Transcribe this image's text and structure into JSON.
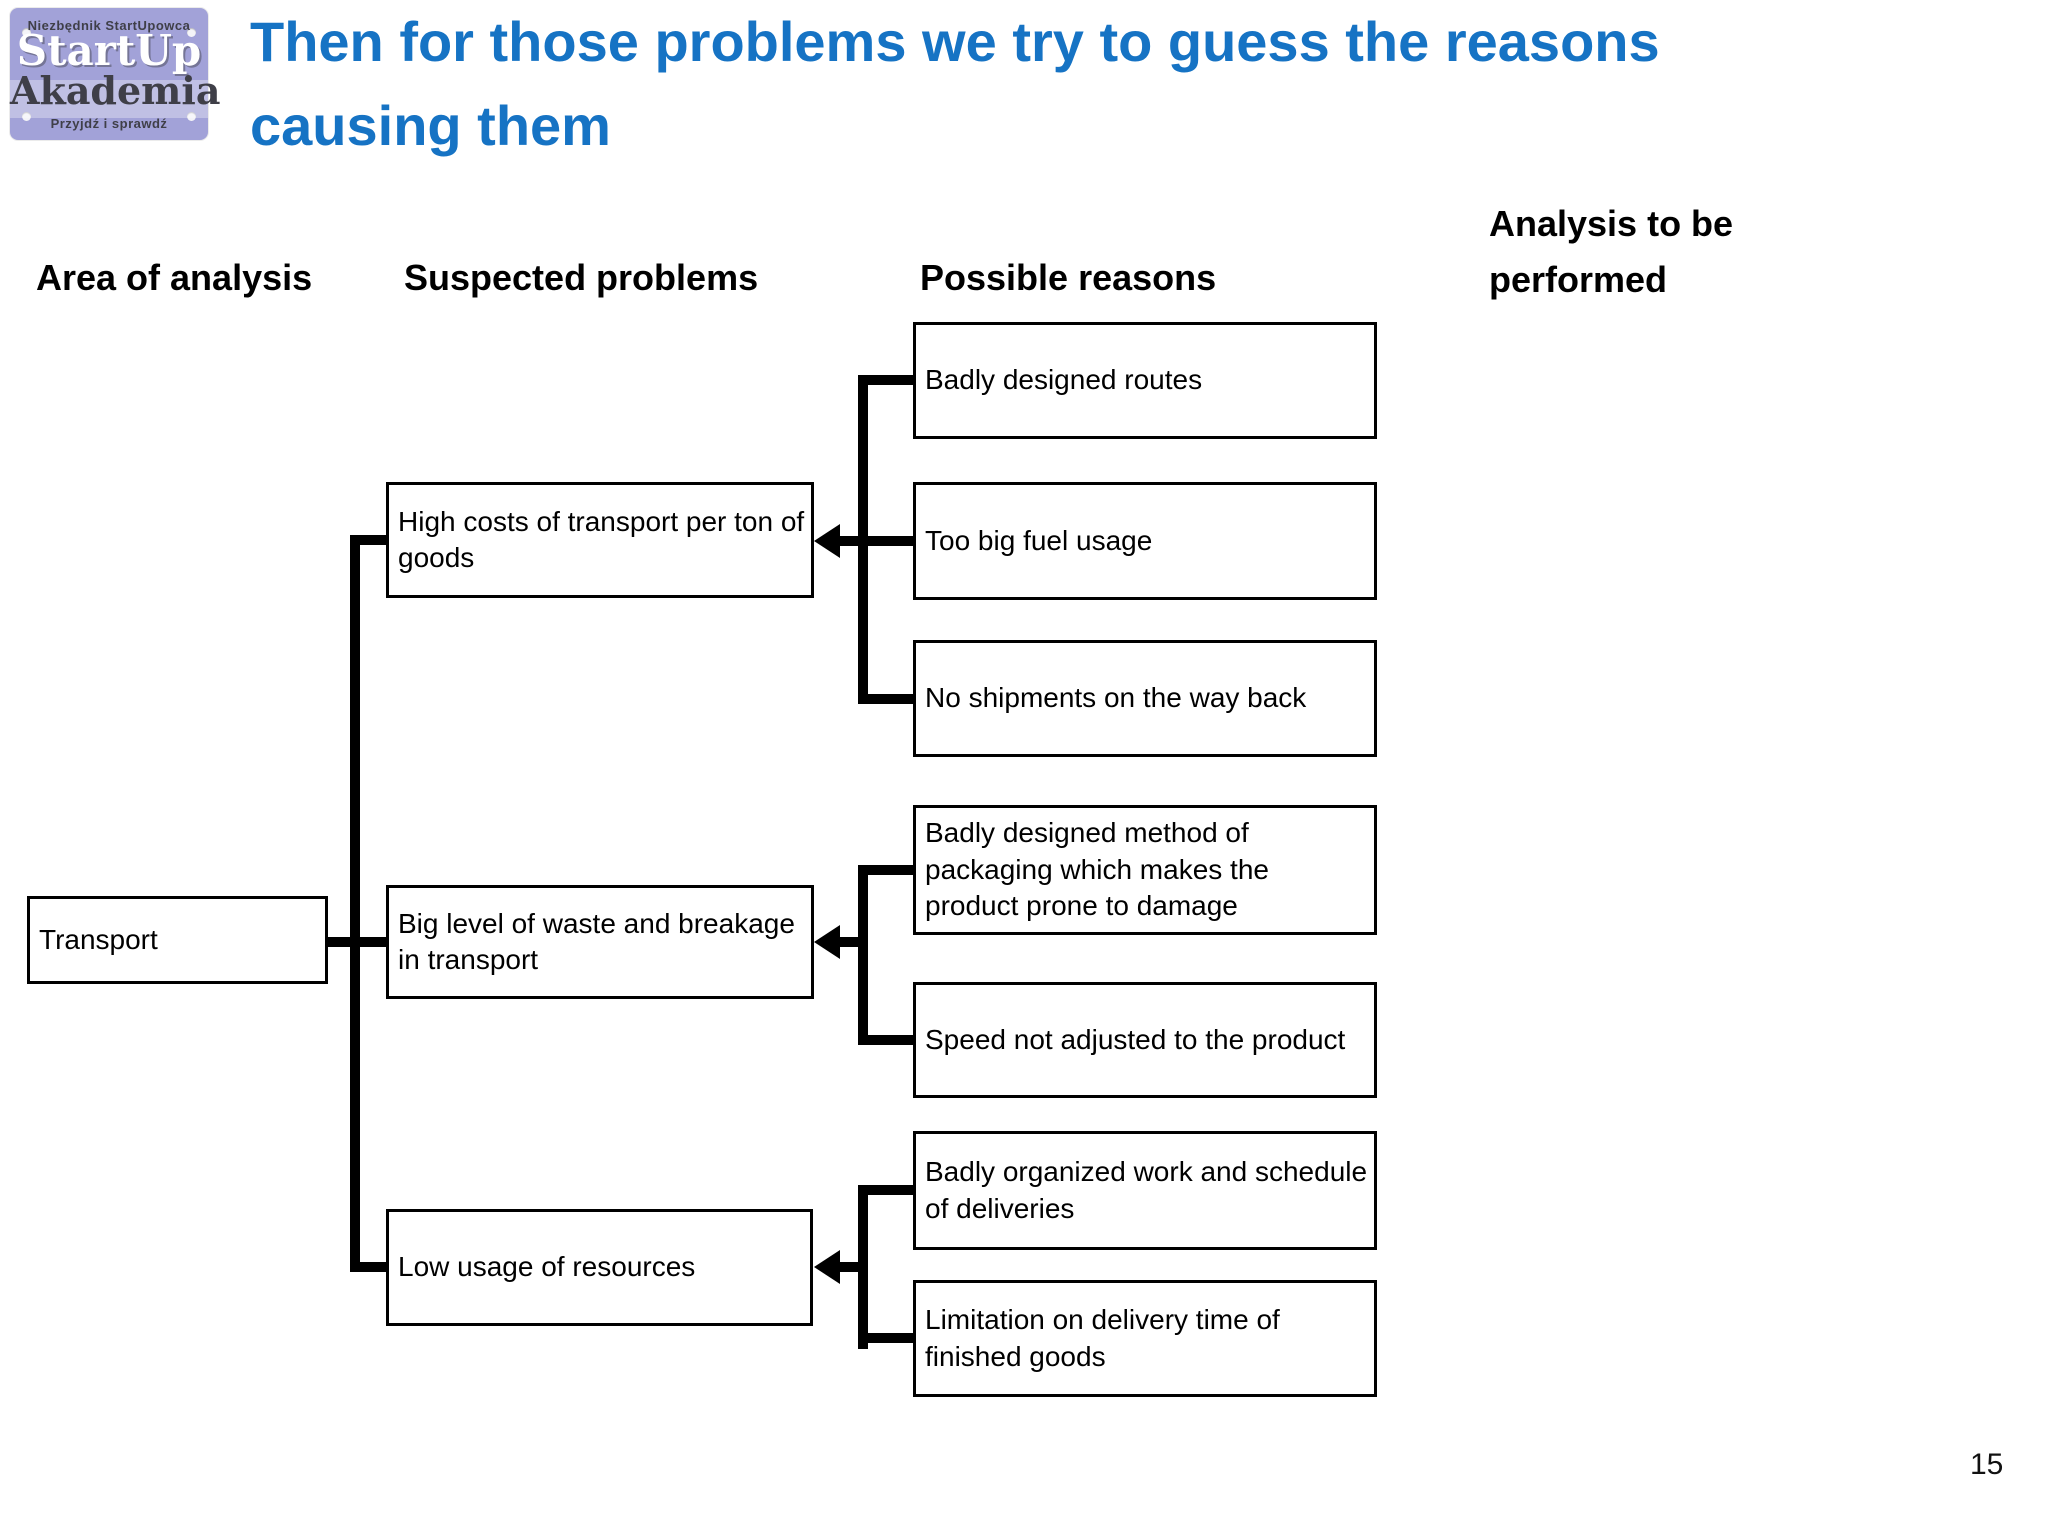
{
  "logo": {
    "top_text": "Niezbędnik StartUpowca",
    "line1": "StartUp",
    "line2": "Akademia",
    "bottom_text": "Przyjdź i sprawdź"
  },
  "title": {
    "line1": "Then for those problems we try to guess the reasons",
    "line2": "causing them"
  },
  "columns": {
    "area": "Area of analysis",
    "problems": "Suspected problems",
    "reasons": "Possible reasons",
    "analysis": "Analysis to be performed"
  },
  "diagram": {
    "area": {
      "label": "Transport"
    },
    "problems": [
      {
        "label": "High costs of transport per ton of goods",
        "reasons": [
          "Badly designed routes",
          "Too big fuel usage",
          "No shipments on the way back"
        ]
      },
      {
        "label": "Big level of waste and breakage in transport",
        "reasons": [
          "Badly designed method of packaging which makes the product prone to damage",
          "Speed not adjusted to the product"
        ]
      },
      {
        "label": "Low usage of resources",
        "reasons": [
          "Badly organized work and schedule of deliveries",
          "Limitation on delivery time of finished goods"
        ]
      }
    ]
  },
  "page_number": "15",
  "colors": {
    "title_blue": "#1673C4",
    "logo_bg": "#A2A2D8",
    "logo_dark": "#3F3F48",
    "line_black": "#000000"
  }
}
